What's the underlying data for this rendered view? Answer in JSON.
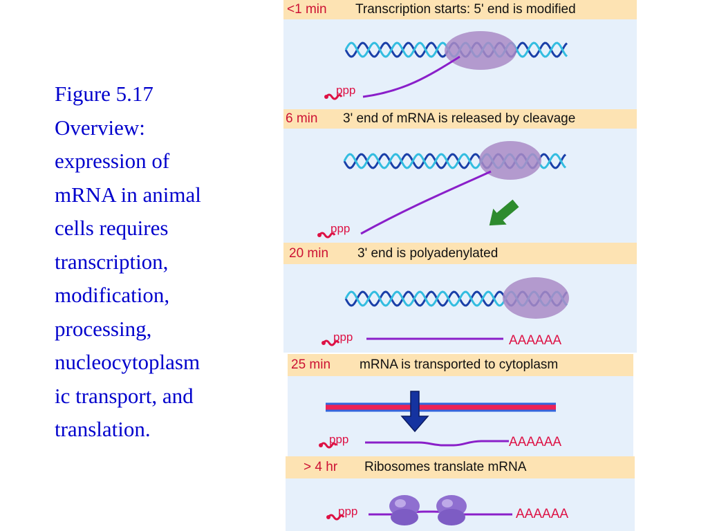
{
  "caption": {
    "lines": [
      "Figure 5.17",
      "Overview:",
      "expression of",
      "mRNA in animal",
      "cells requires",
      "transcription,",
      "modification,",
      "processing,",
      "nucleocytoplasm",
      "ic transport, and",
      "translation."
    ]
  },
  "panels": [
    {
      "time": "<1 min",
      "description": "Transcription starts: 5' end is modified"
    },
    {
      "time": "6 min",
      "description": "3' end of mRNA is released by cleavage"
    },
    {
      "time": "20 min",
      "description": "3' end is polyadenylated"
    },
    {
      "time": "25 min",
      "description": "mRNA is transported to cytoplasm"
    },
    {
      "time": "> 4 hr",
      "description": "Ribosomes translate mRNA"
    }
  ],
  "labels": {
    "cap": "ppp",
    "polyA": "AAAAAA"
  },
  "colors": {
    "header_bg": "#fde3b3",
    "panel_bg": "#e6f0fb",
    "time_text": "#cc1133",
    "caption_text": "#0000cc",
    "dna_strand_1": "#1a3fa8",
    "dna_strand_2": "#33bde0",
    "mrna": "#8a1fc9",
    "polymerase": "#a98bc6",
    "arrow_cleavage": "#2e8b2e",
    "arrow_transport": "#1533a0",
    "membrane": "#ee2255",
    "ribosome": "#8f6fd0"
  },
  "icons": [
    "cleavage-arrow-icon",
    "transport-arrow-icon",
    "5-prime-cap-icon"
  ]
}
